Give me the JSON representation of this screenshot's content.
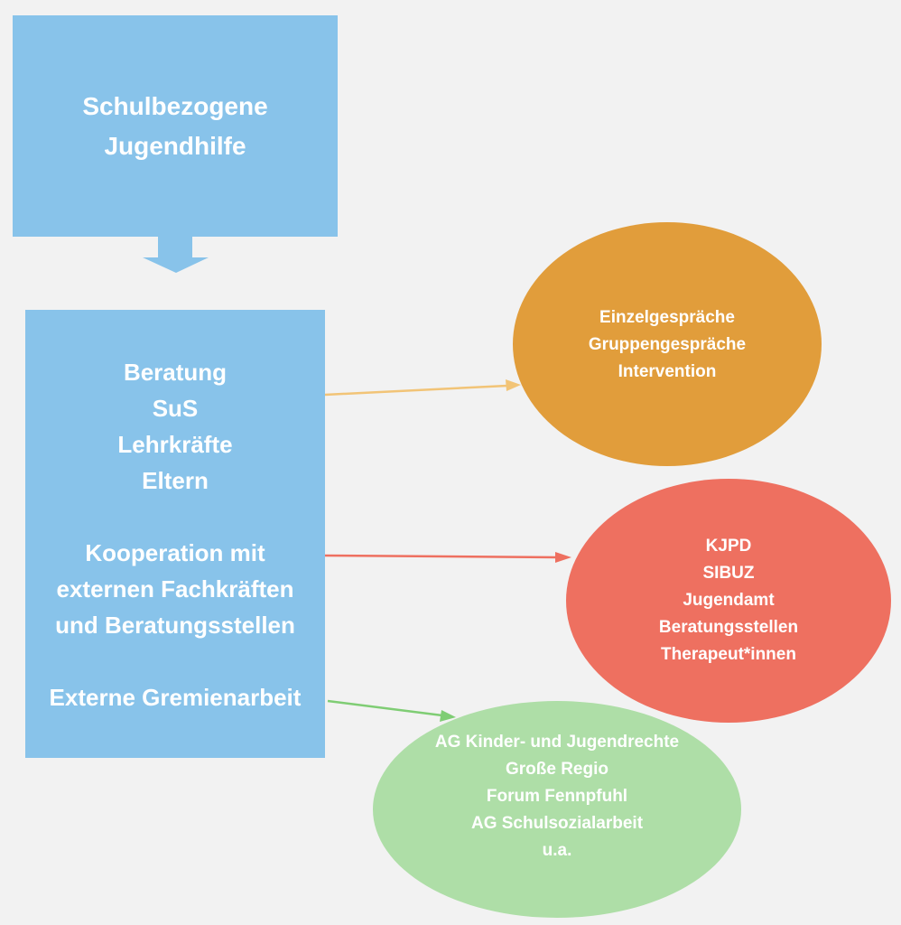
{
  "title": [
    "Schulbezogene",
    "Jugendhilfe"
  ],
  "main_box": {
    "beratung": [
      "Beratung",
      "SuS",
      "Lehrkräfte",
      "Eltern"
    ],
    "kooperation": [
      "Kooperation mit",
      "externen Fachkräften",
      "und Beratungsstellen"
    ],
    "gremien": "Externe Gremienarbeit"
  },
  "ellipses": {
    "beratung": [
      "Einzelgespräche",
      "Gruppengespräche",
      "Intervention"
    ],
    "kooperation": [
      "KJPD",
      "SIBUZ",
      "Jugendamt",
      "Beratungsstellen",
      "Therapeut*innen"
    ],
    "gremien": [
      "AG Kinder- und Jugendrechte",
      "Große Regio",
      "Forum Fennpfuhl",
      "AG Schulsozialarbeit",
      "u.a."
    ]
  },
  "colors": {
    "box": "#88c3ea",
    "orange": "#e19d3b",
    "red": "#ee7060",
    "green": "#aedea7",
    "bg": "#f2f2f2"
  }
}
